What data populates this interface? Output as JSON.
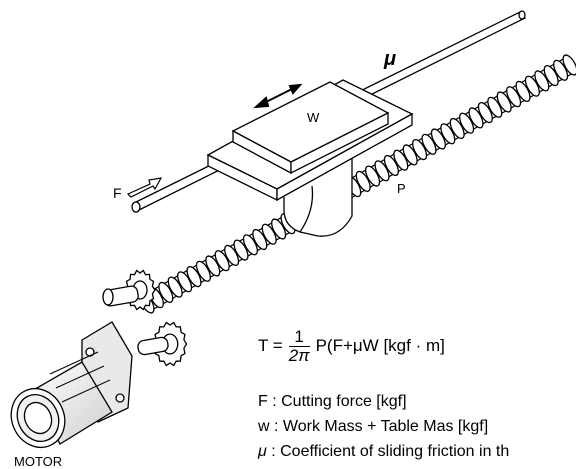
{
  "labels": {
    "mu": "μ",
    "weight": "W",
    "force": "F",
    "pitch": "P",
    "motor": "MOTOR"
  },
  "formula": {
    "lhs": "T =",
    "numerator": "1",
    "denominator": "2π",
    "rhs": "P(F+μW [kgf · m]"
  },
  "legend": [
    {
      "symbol": "F",
      "sep": " : ",
      "text": "Cutting force [kgf]"
    },
    {
      "symbol": "w",
      "sep": " : ",
      "text": "Work Mass + Table Mas [kgf]"
    },
    {
      "symbol": "μ",
      "sep": " : ",
      "text": "Coefficient of sliding friction in th"
    }
  ]
}
